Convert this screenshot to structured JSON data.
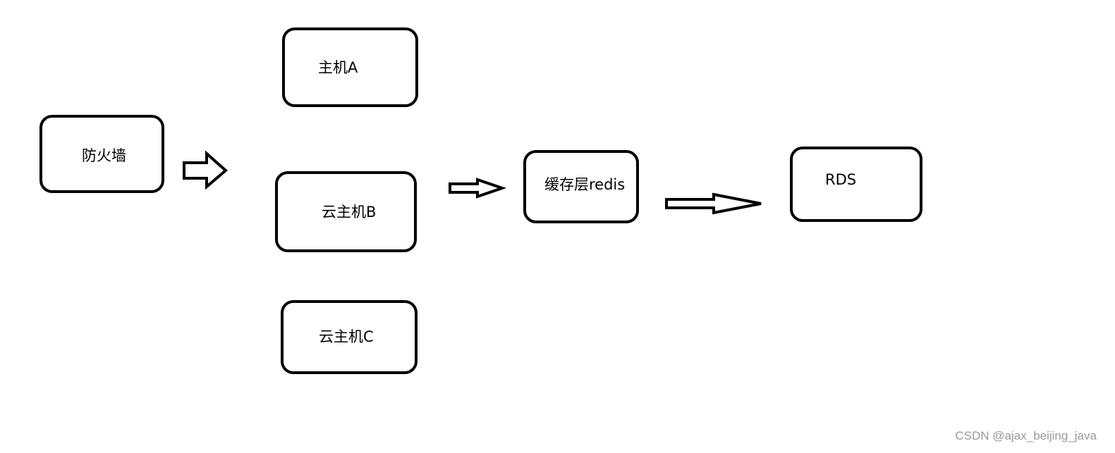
{
  "diagram": {
    "nodes": {
      "firewall": "防火墙",
      "host_a": "主机A",
      "cloud_host_b": "云主机B",
      "cloud_host_c": "云主机C",
      "cache_layer": "缓存层redis",
      "rds": "RDS"
    },
    "edges": [
      {
        "from": "firewall",
        "to": "cloud_host_b"
      },
      {
        "from": "cloud_host_b",
        "to": "cache_layer"
      },
      {
        "from": "cache_layer",
        "to": "rds"
      }
    ],
    "colors": {
      "stroke": "#000000",
      "background": "#ffffff",
      "watermark": "#9a9a9a"
    }
  },
  "watermark": "CSDN @ajax_beijing_java"
}
